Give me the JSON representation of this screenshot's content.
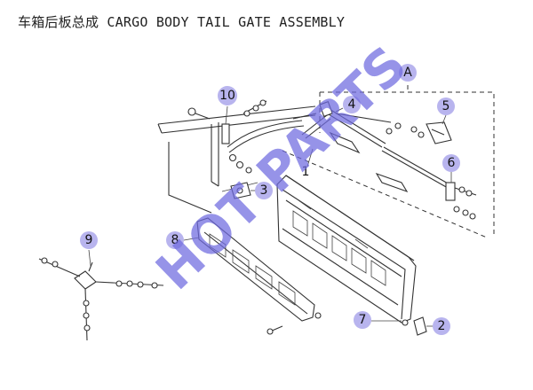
{
  "title": "车箱后板总成 CARGO BODY TAIL GATE ASSEMBLY",
  "group_label": "A",
  "watermark": "HOT PARTS",
  "callouts": [
    "1",
    "2",
    "3",
    "4",
    "5",
    "6",
    "7",
    "8",
    "9",
    "10"
  ],
  "colors": {
    "callout_fill": "#b8b4ee",
    "watermark": "#6f6ae0",
    "line": "#333333"
  }
}
